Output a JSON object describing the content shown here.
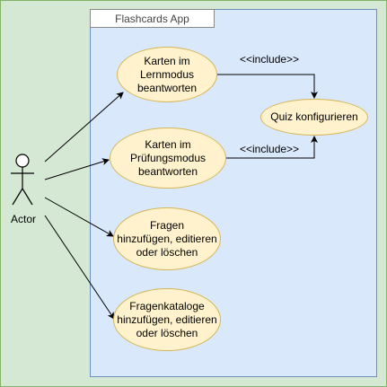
{
  "system": {
    "title": "Flashcards App"
  },
  "actor": {
    "label": "Actor"
  },
  "use_cases": {
    "learn_mode": "Karten im\nLernmodus\nbeantworten",
    "exam_mode": "Karten im\nPrüfungsmodus\nbeantworten",
    "questions": "Fragen\nhinzufügen, editieren\noder löschen",
    "catalogs": "Fragenkataloge\nhinzufügen, editieren\noder löschen",
    "configure_quiz": "Quiz konfigurieren"
  },
  "relations": {
    "include_1": "<<include>>",
    "include_2": "<<include>>"
  },
  "colors": {
    "outer_fill": "#d5e8d4",
    "outer_stroke": "#82b366",
    "system_fill": "#dae8fc",
    "system_stroke": "#6c8ebf",
    "usecase_fill": "#fff2cc",
    "usecase_stroke": "#d6b656"
  }
}
